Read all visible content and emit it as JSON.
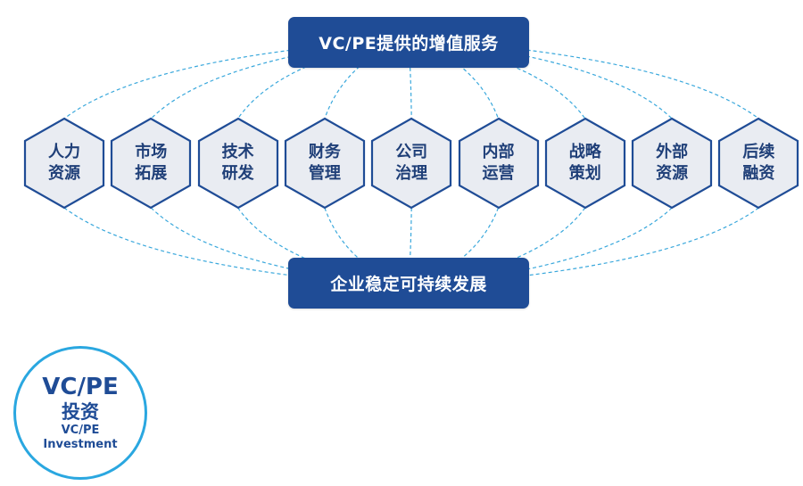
{
  "header": {
    "title": "VC/PE提供的增值服务"
  },
  "footer": {
    "title": "企业稳定可持续发展"
  },
  "services": [
    {
      "id": "hr",
      "line1": "人力",
      "line2": "资源"
    },
    {
      "id": "market",
      "line1": "市场",
      "line2": "拓展"
    },
    {
      "id": "tech",
      "line1": "技术",
      "line2": "研发"
    },
    {
      "id": "finance",
      "line1": "财务",
      "line2": "管理"
    },
    {
      "id": "governance",
      "line1": "公司",
      "line2": "治理"
    },
    {
      "id": "operations",
      "line1": "内部",
      "line2": "运营"
    },
    {
      "id": "strategy",
      "line1": "战略",
      "line2": "策划"
    },
    {
      "id": "external",
      "line1": "外部",
      "line2": "资源"
    },
    {
      "id": "financing",
      "line1": "后续",
      "line2": "融资"
    }
  ],
  "badge": {
    "line1": "VC/PE",
    "line2": "投资",
    "line3": "VC/PE",
    "line4": "Investment"
  },
  "colors": {
    "box_fill": "#1f4c96",
    "hex_fill": "#e9ecf2",
    "hex_stroke": "#1f4c96",
    "hex_text": "#1f3f78",
    "connector": "#3aa8dc",
    "badge_ring": "#2aa7e0"
  }
}
